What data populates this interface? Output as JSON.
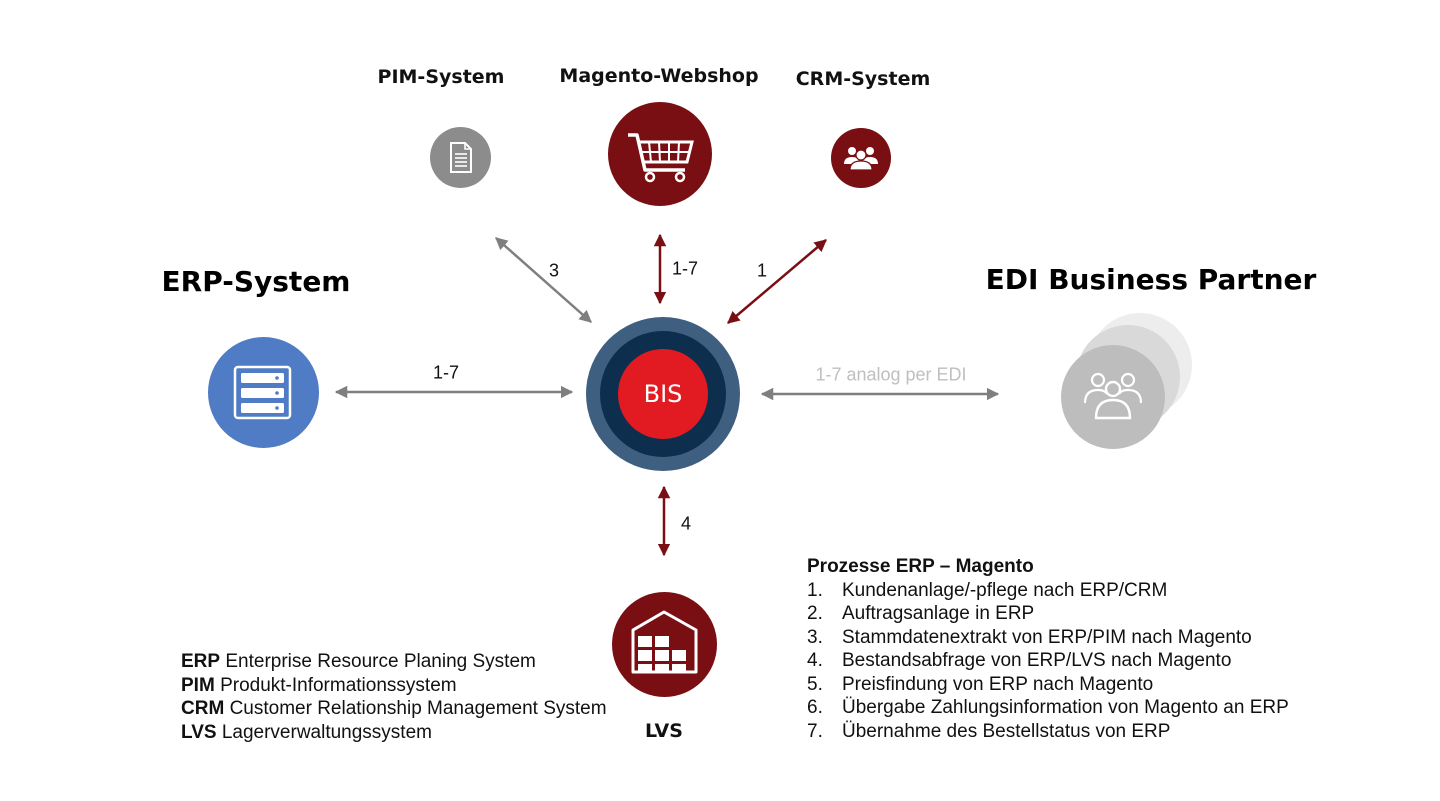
{
  "nodes": {
    "pim": {
      "label": "PIM-System",
      "icon": "document-icon",
      "color": "#8c8c8c"
    },
    "magento": {
      "label": "Magento-Webshop",
      "icon": "shopping-cart-icon",
      "color": "#7a0f13"
    },
    "crm": {
      "label": "CRM-System",
      "icon": "people-group-icon",
      "color": "#7a0f13"
    },
    "erp": {
      "label": "ERP-System",
      "icon": "server-icon",
      "color": "#4f7cc4"
    },
    "edi": {
      "label": "EDI Business Partner",
      "icon": "people-group-icon",
      "color": "#bdbdbd"
    },
    "bis": {
      "label": "BIS",
      "outer_color": "#3f5f80",
      "ring_color": "#0d2f4d",
      "inner_color": "#e21b23"
    },
    "lvs": {
      "label": "LVS",
      "icon": "warehouse-icon",
      "color": "#7a0f13"
    }
  },
  "edges": {
    "pim_bis": {
      "label": "3",
      "color": "#7f7f7f"
    },
    "magento_bis": {
      "label": "1-7",
      "color": "#7a0f13"
    },
    "crm_bis": {
      "label": "1",
      "color": "#7a0f13"
    },
    "erp_bis": {
      "label": "1-7",
      "color": "#7f7f7f"
    },
    "edi_bis": {
      "label": "1-7 analog per EDI",
      "color": "#7f7f7f",
      "label_color": "#bfbfbf"
    },
    "lvs_bis": {
      "label": "4",
      "color": "#7a0f13"
    }
  },
  "legend": [
    {
      "abbr": "ERP",
      "text": "Enterprise Resource Planing System"
    },
    {
      "abbr": "PIM",
      "text": "Produkt-Informationssystem"
    },
    {
      "abbr": "CRM",
      "text": "Customer Relationship Management System"
    },
    {
      "abbr": "LVS",
      "text": "Lagerverwaltungssystem"
    }
  ],
  "processes": {
    "title": "Prozesse ERP – Magento",
    "items": [
      {
        "num": "1.",
        "text": "Kundenanlage/-pflege nach ERP/CRM"
      },
      {
        "num": "2.",
        "text": "Auftragsanlage in ERP"
      },
      {
        "num": "3.",
        "text": "Stammdatenextrakt von ERP/PIM nach Magento"
      },
      {
        "num": "4.",
        "text": "Bestandsabfrage von ERP/LVS nach Magento"
      },
      {
        "num": "5.",
        "text": "Preisfindung von ERP nach Magento"
      },
      {
        "num": "6.",
        "text": "Übergabe Zahlungsinformation von Magento an ERP"
      },
      {
        "num": "7.",
        "text": "Übernahme des Bestellstatus von ERP"
      }
    ]
  }
}
